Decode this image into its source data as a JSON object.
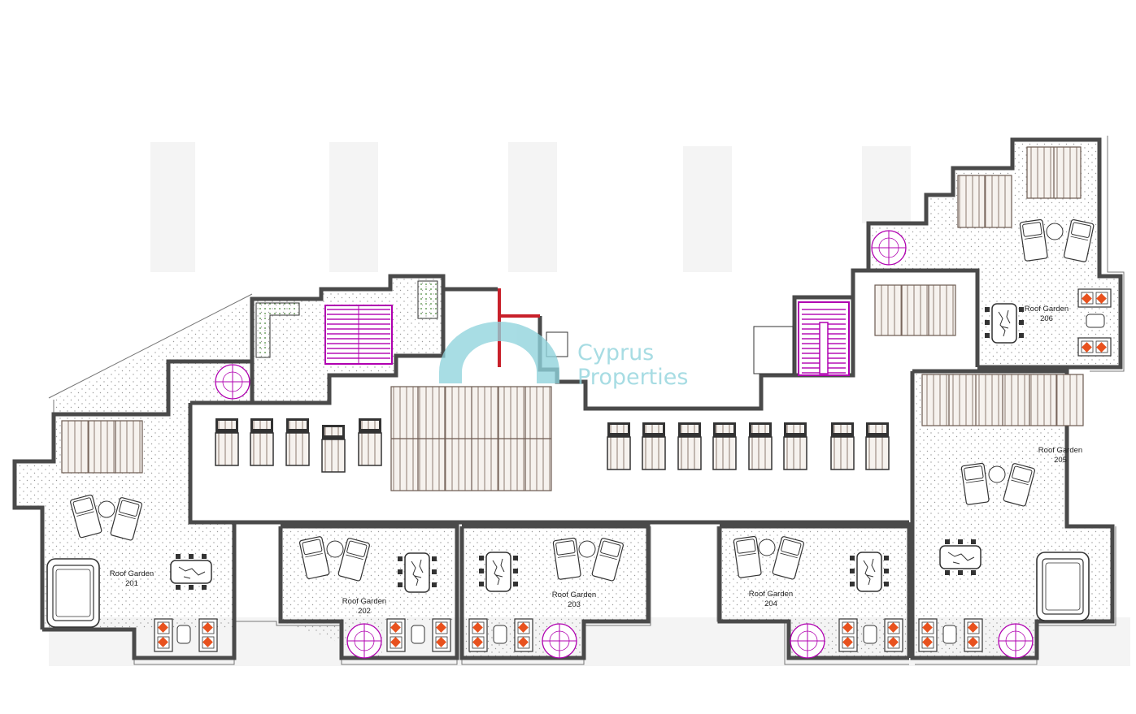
{
  "watermark": {
    "line1": "Cyprus",
    "line2": "Properties",
    "color": "#8fd3dc"
  },
  "colors": {
    "wall": "#4a4a4a",
    "stair": "#b000b0",
    "planter": "#b000b0",
    "cushion": "#e8511e",
    "red_wall": "#c8202a"
  },
  "gardens": [
    {
      "id": "rg-201",
      "name": "Roof Garden",
      "unit": "201"
    },
    {
      "id": "rg-202",
      "name": "Roof Garden",
      "unit": "202"
    },
    {
      "id": "rg-203",
      "name": "Roof Garden",
      "unit": "203"
    },
    {
      "id": "rg-204",
      "name": "Roof Garden",
      "unit": "204"
    },
    {
      "id": "rg-205",
      "name": "Roof Garden",
      "unit": "205"
    },
    {
      "id": "rg-206",
      "name": "Roof Garden",
      "unit": "206"
    }
  ]
}
